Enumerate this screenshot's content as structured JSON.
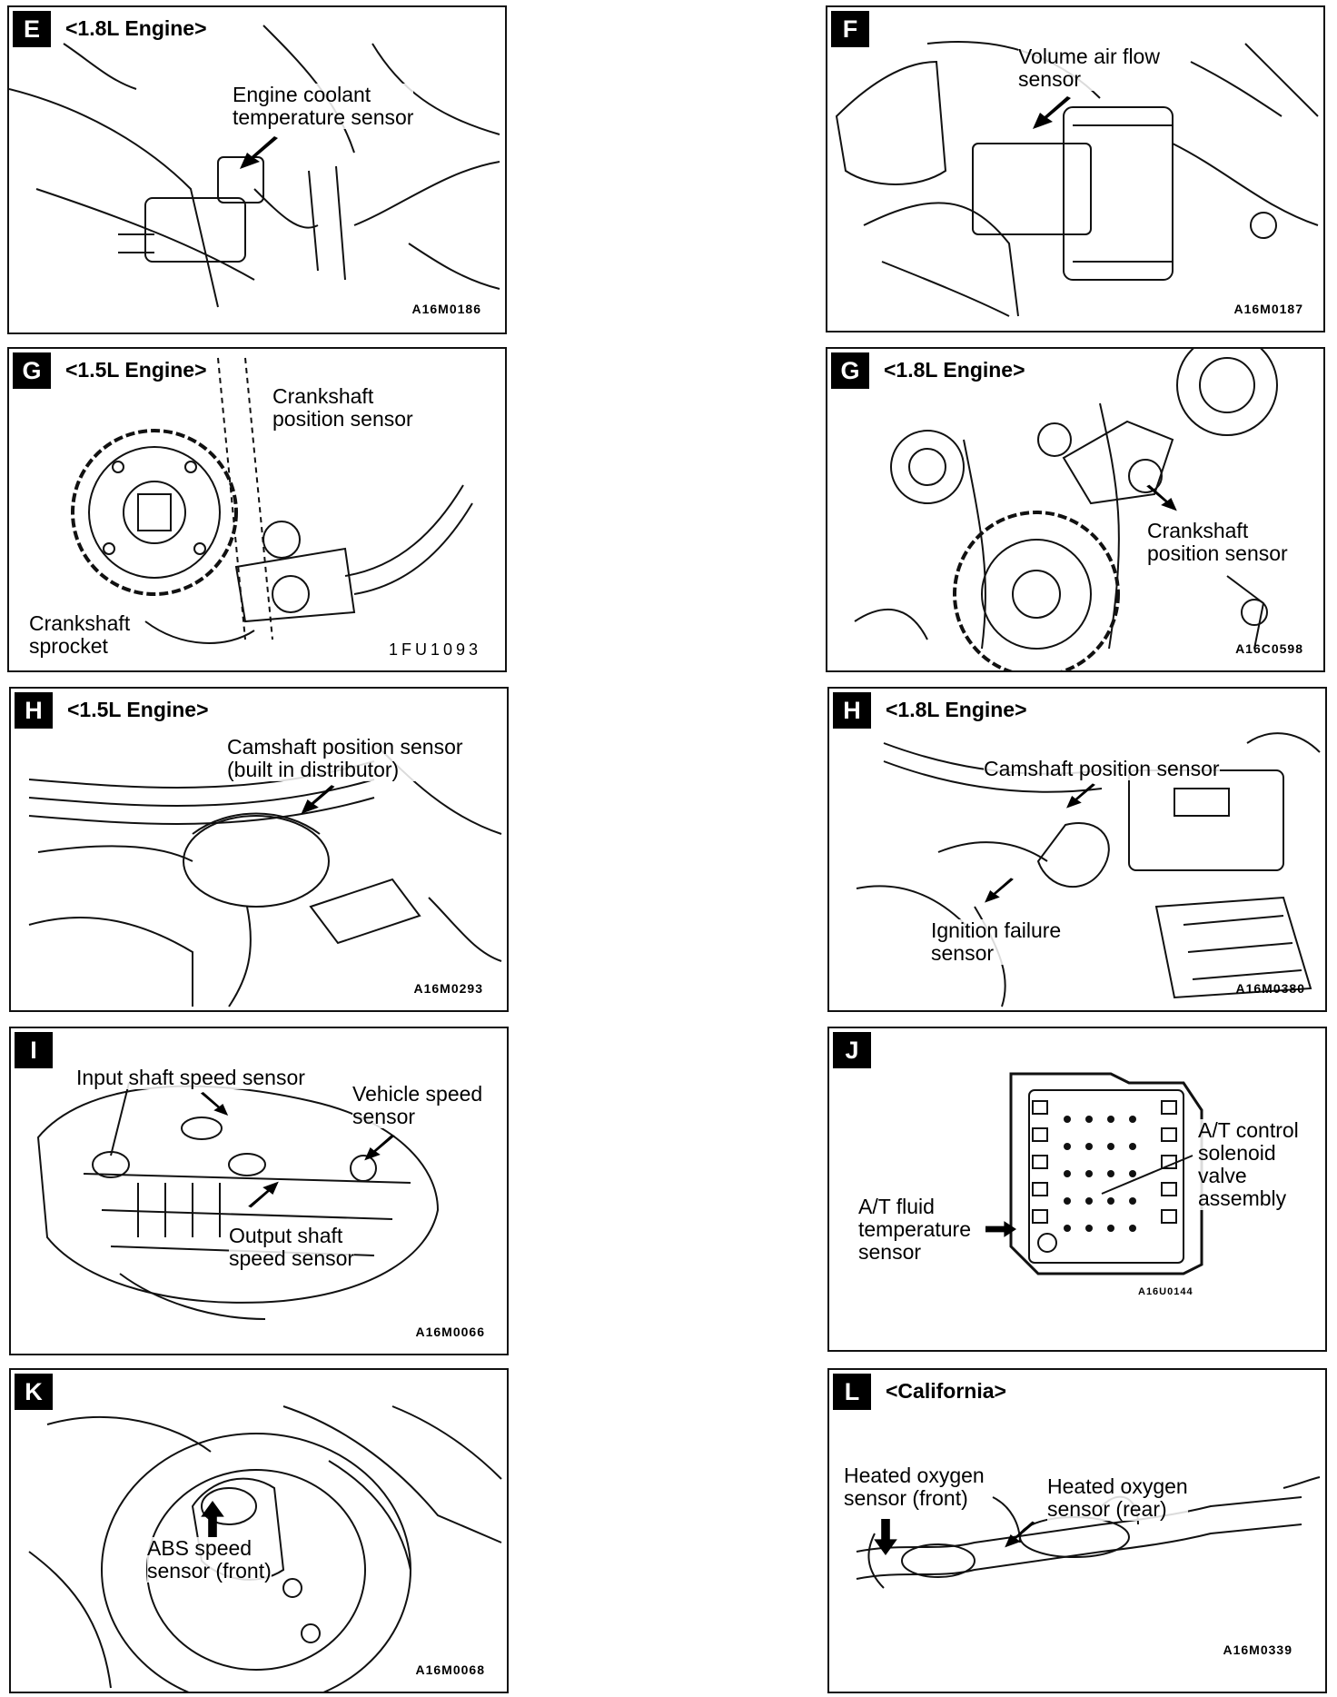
{
  "panels": [
    {
      "letter": "E",
      "header": "<1.8L Engine>",
      "labels": [
        "Engine coolant\ntemperature sensor"
      ],
      "code": "A16M0186"
    },
    {
      "letter": "F",
      "header": "",
      "labels": [
        "Volume air flow\nsensor"
      ],
      "code": "A16M0187"
    },
    {
      "letter": "G",
      "header": "<1.5L Engine>",
      "labels": [
        "Crankshaft\nposition sensor",
        "Crankshaft\nsprocket"
      ],
      "code": "1FU1093"
    },
    {
      "letter": "G",
      "header": "<1.8L Engine>",
      "labels": [
        "Crankshaft\nposition sensor"
      ],
      "code": "A16C0598"
    },
    {
      "letter": "H",
      "header": "<1.5L Engine>",
      "labels": [
        "Camshaft position sensor\n(built in distributor)"
      ],
      "code": "A16M0293"
    },
    {
      "letter": "H",
      "header": "<1.8L Engine>",
      "labels": [
        "Camshaft position sensor",
        "Ignition failure\nsensor"
      ],
      "code": "A16M0380"
    },
    {
      "letter": "I",
      "header": "",
      "labels": [
        "Input shaft speed sensor",
        "Vehicle speed\nsensor",
        "Output shaft\nspeed sensor"
      ],
      "code": "A16M0066"
    },
    {
      "letter": "J",
      "header": "",
      "labels": [
        "A/T control\nsolenoid\nvalve\nassembly",
        "A/T fluid\ntemperature\nsensor"
      ],
      "code": "A16U0144"
    },
    {
      "letter": "K",
      "header": "",
      "labels": [
        "ABS speed\nsensor (front)"
      ],
      "code": "A16M0068"
    },
    {
      "letter": "L",
      "header": "<California>",
      "labels": [
        "Heated oxygen\nsensor (front)",
        "Heated oxygen\nsensor (rear)"
      ],
      "code": "A16M0339"
    }
  ]
}
